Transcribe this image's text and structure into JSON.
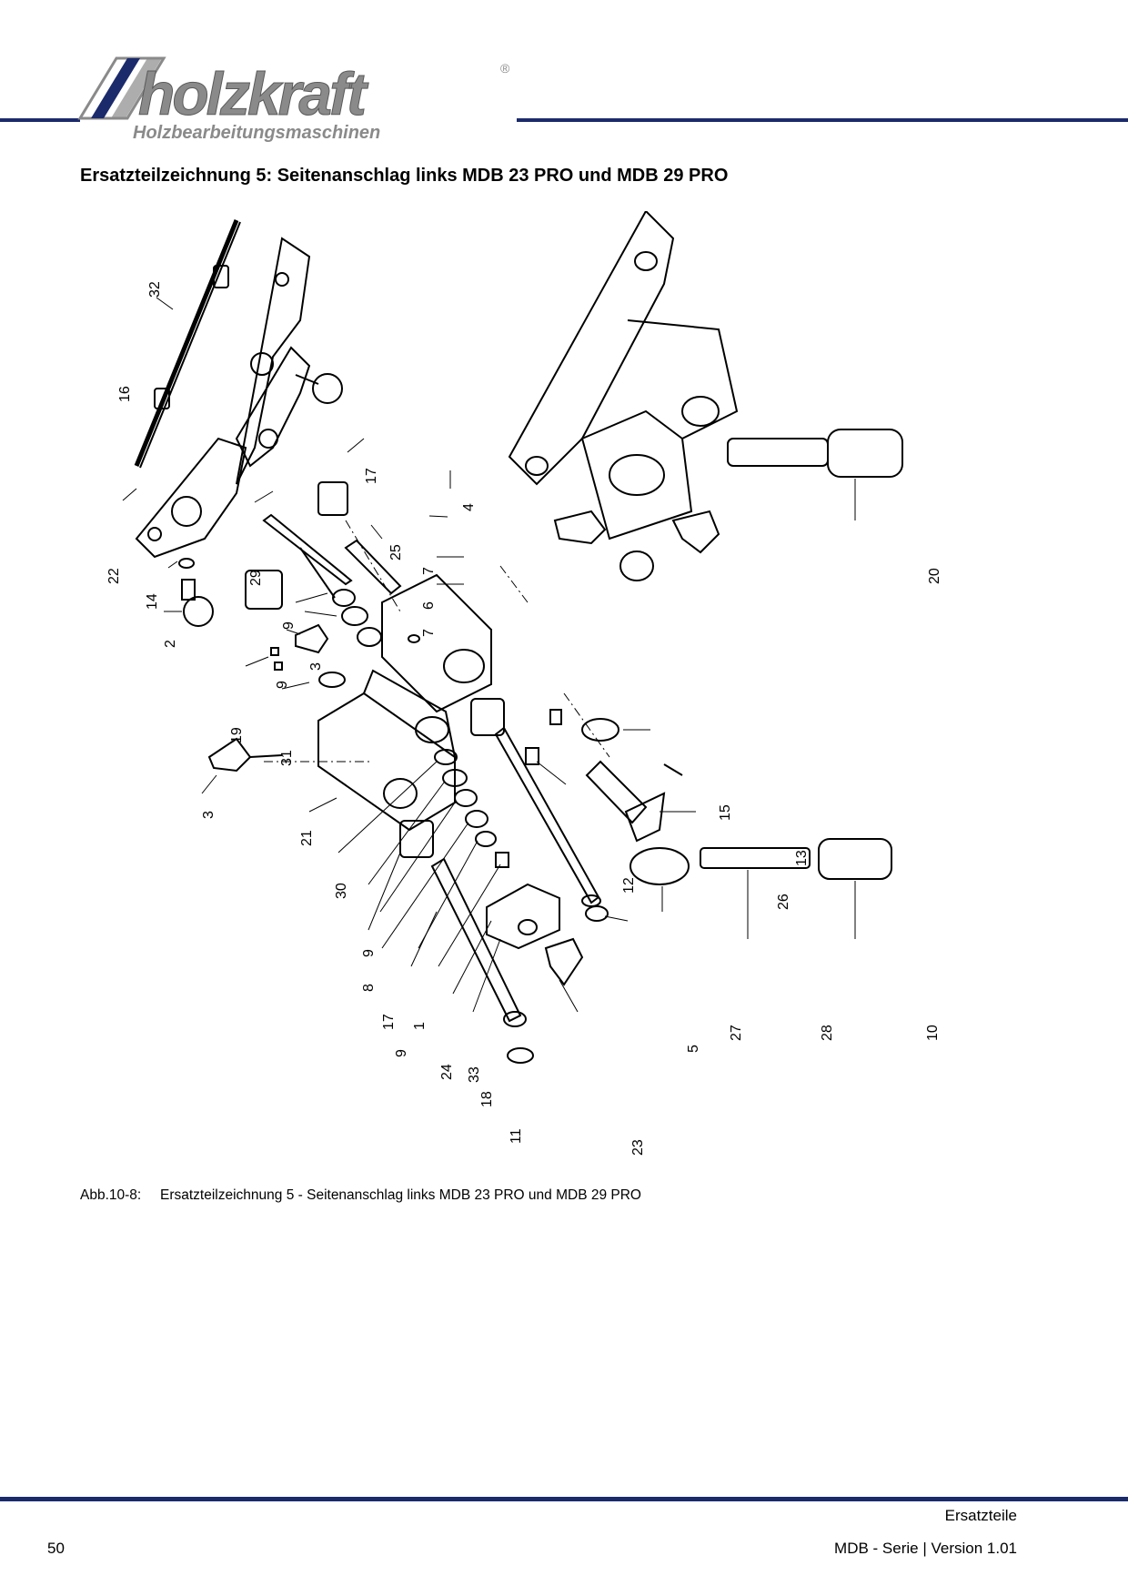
{
  "logo": {
    "brand": "holzkraft",
    "tagline": "Holzbearbeitungsmaschinen",
    "registered": "®"
  },
  "heading": "Ersatzteilzeichnung 5: Seitenanschlag links MDB 23 PRO und MDB 29 PRO",
  "drawing": {
    "part_numbers": [
      "32",
      "16",
      "22",
      "14",
      "2",
      "17",
      "29",
      "25",
      "4",
      "7",
      "6",
      "7",
      "9",
      "3",
      "9",
      "19",
      "31",
      "3",
      "21",
      "30",
      "9",
      "8",
      "17",
      "9",
      "1",
      "24",
      "33",
      "18",
      "11",
      "23",
      "5",
      "12",
      "15",
      "13",
      "26",
      "27",
      "28",
      "10",
      "20"
    ]
  },
  "caption": {
    "label": "Abb.10-8:",
    "text": "Ersatzteilzeichnung 5 - Seitenanschlag links MDB 23 PRO und MDB 29 PRO"
  },
  "footer": {
    "section": "Ersatzteile",
    "page_number": "50",
    "series": "MDB - Serie |  Version 1.01"
  },
  "colors": {
    "rule": "#1b2a6b",
    "logo_text": "#8a8a8a",
    "logo_mark_dark": "#1b2a6b"
  }
}
